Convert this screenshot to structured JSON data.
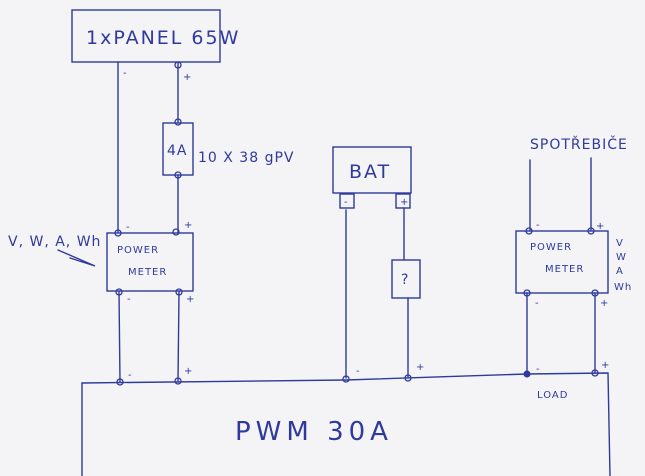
{
  "panel": {
    "label": "1xPANEL 65W",
    "minus": "-",
    "plus": "+"
  },
  "fuse": {
    "label": "4A",
    "spec": "10 X 38 gPV"
  },
  "meter_left": {
    "line1": "POWER",
    "line2": "METER",
    "minus_in": "-",
    "plus_in": "+",
    "minus_out": "-",
    "plus_out": "+",
    "readout": "V, W, A, Wh"
  },
  "battery": {
    "label": "BAT",
    "minus": "-",
    "plus": "+",
    "unknown_component": "?",
    "minus_conn": "-",
    "plus_conn": "+"
  },
  "load": {
    "label": "SPOTŘEBIČE",
    "title": "LOAD",
    "minus_conn": "-",
    "plus_conn": "+"
  },
  "meter_right": {
    "line1": "POWER",
    "line2": "METER",
    "minus_in": "-",
    "plus_in": "+",
    "minus_out": "-",
    "plus_out": "+",
    "readout": [
      "V",
      "W",
      "A",
      "Wh"
    ]
  },
  "controller": {
    "label": "PWM 30A",
    "minus": "-",
    "plus": "+"
  }
}
